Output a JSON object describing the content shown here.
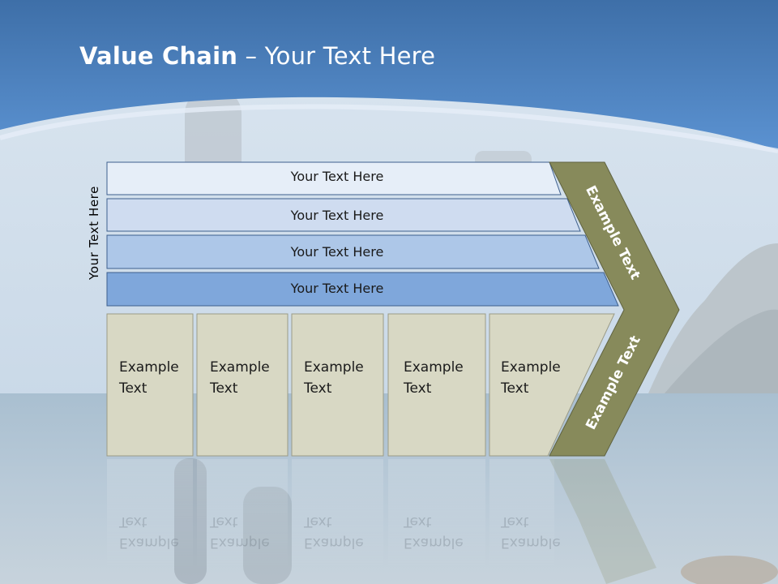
{
  "title": {
    "bold": "Value Chain",
    "rest": " – Your Text Here"
  },
  "side_label": "Your Text Here",
  "bars": [
    "Your Text Here",
    "Your Text Here",
    "Your Text Here",
    "Your Text Here"
  ],
  "columns": [
    {
      "line1": "Example",
      "line2": "Text"
    },
    {
      "line1": "Example",
      "line2": "Text"
    },
    {
      "line1": "Example",
      "line2": "Text"
    },
    {
      "line1": "Example",
      "line2": "Text"
    },
    {
      "line1": "Example",
      "line2": "Text"
    }
  ],
  "chevron": {
    "upper": "Example Text",
    "lower": "Example Text"
  },
  "colors": {
    "header_blue": "#4f87c4",
    "bar_fills": [
      "#e6eef8",
      "#cfdcf0",
      "#adc7e8",
      "#7fa7db"
    ],
    "column_fill": "#d8d8c4",
    "chevron_fill": "#878a5b"
  }
}
